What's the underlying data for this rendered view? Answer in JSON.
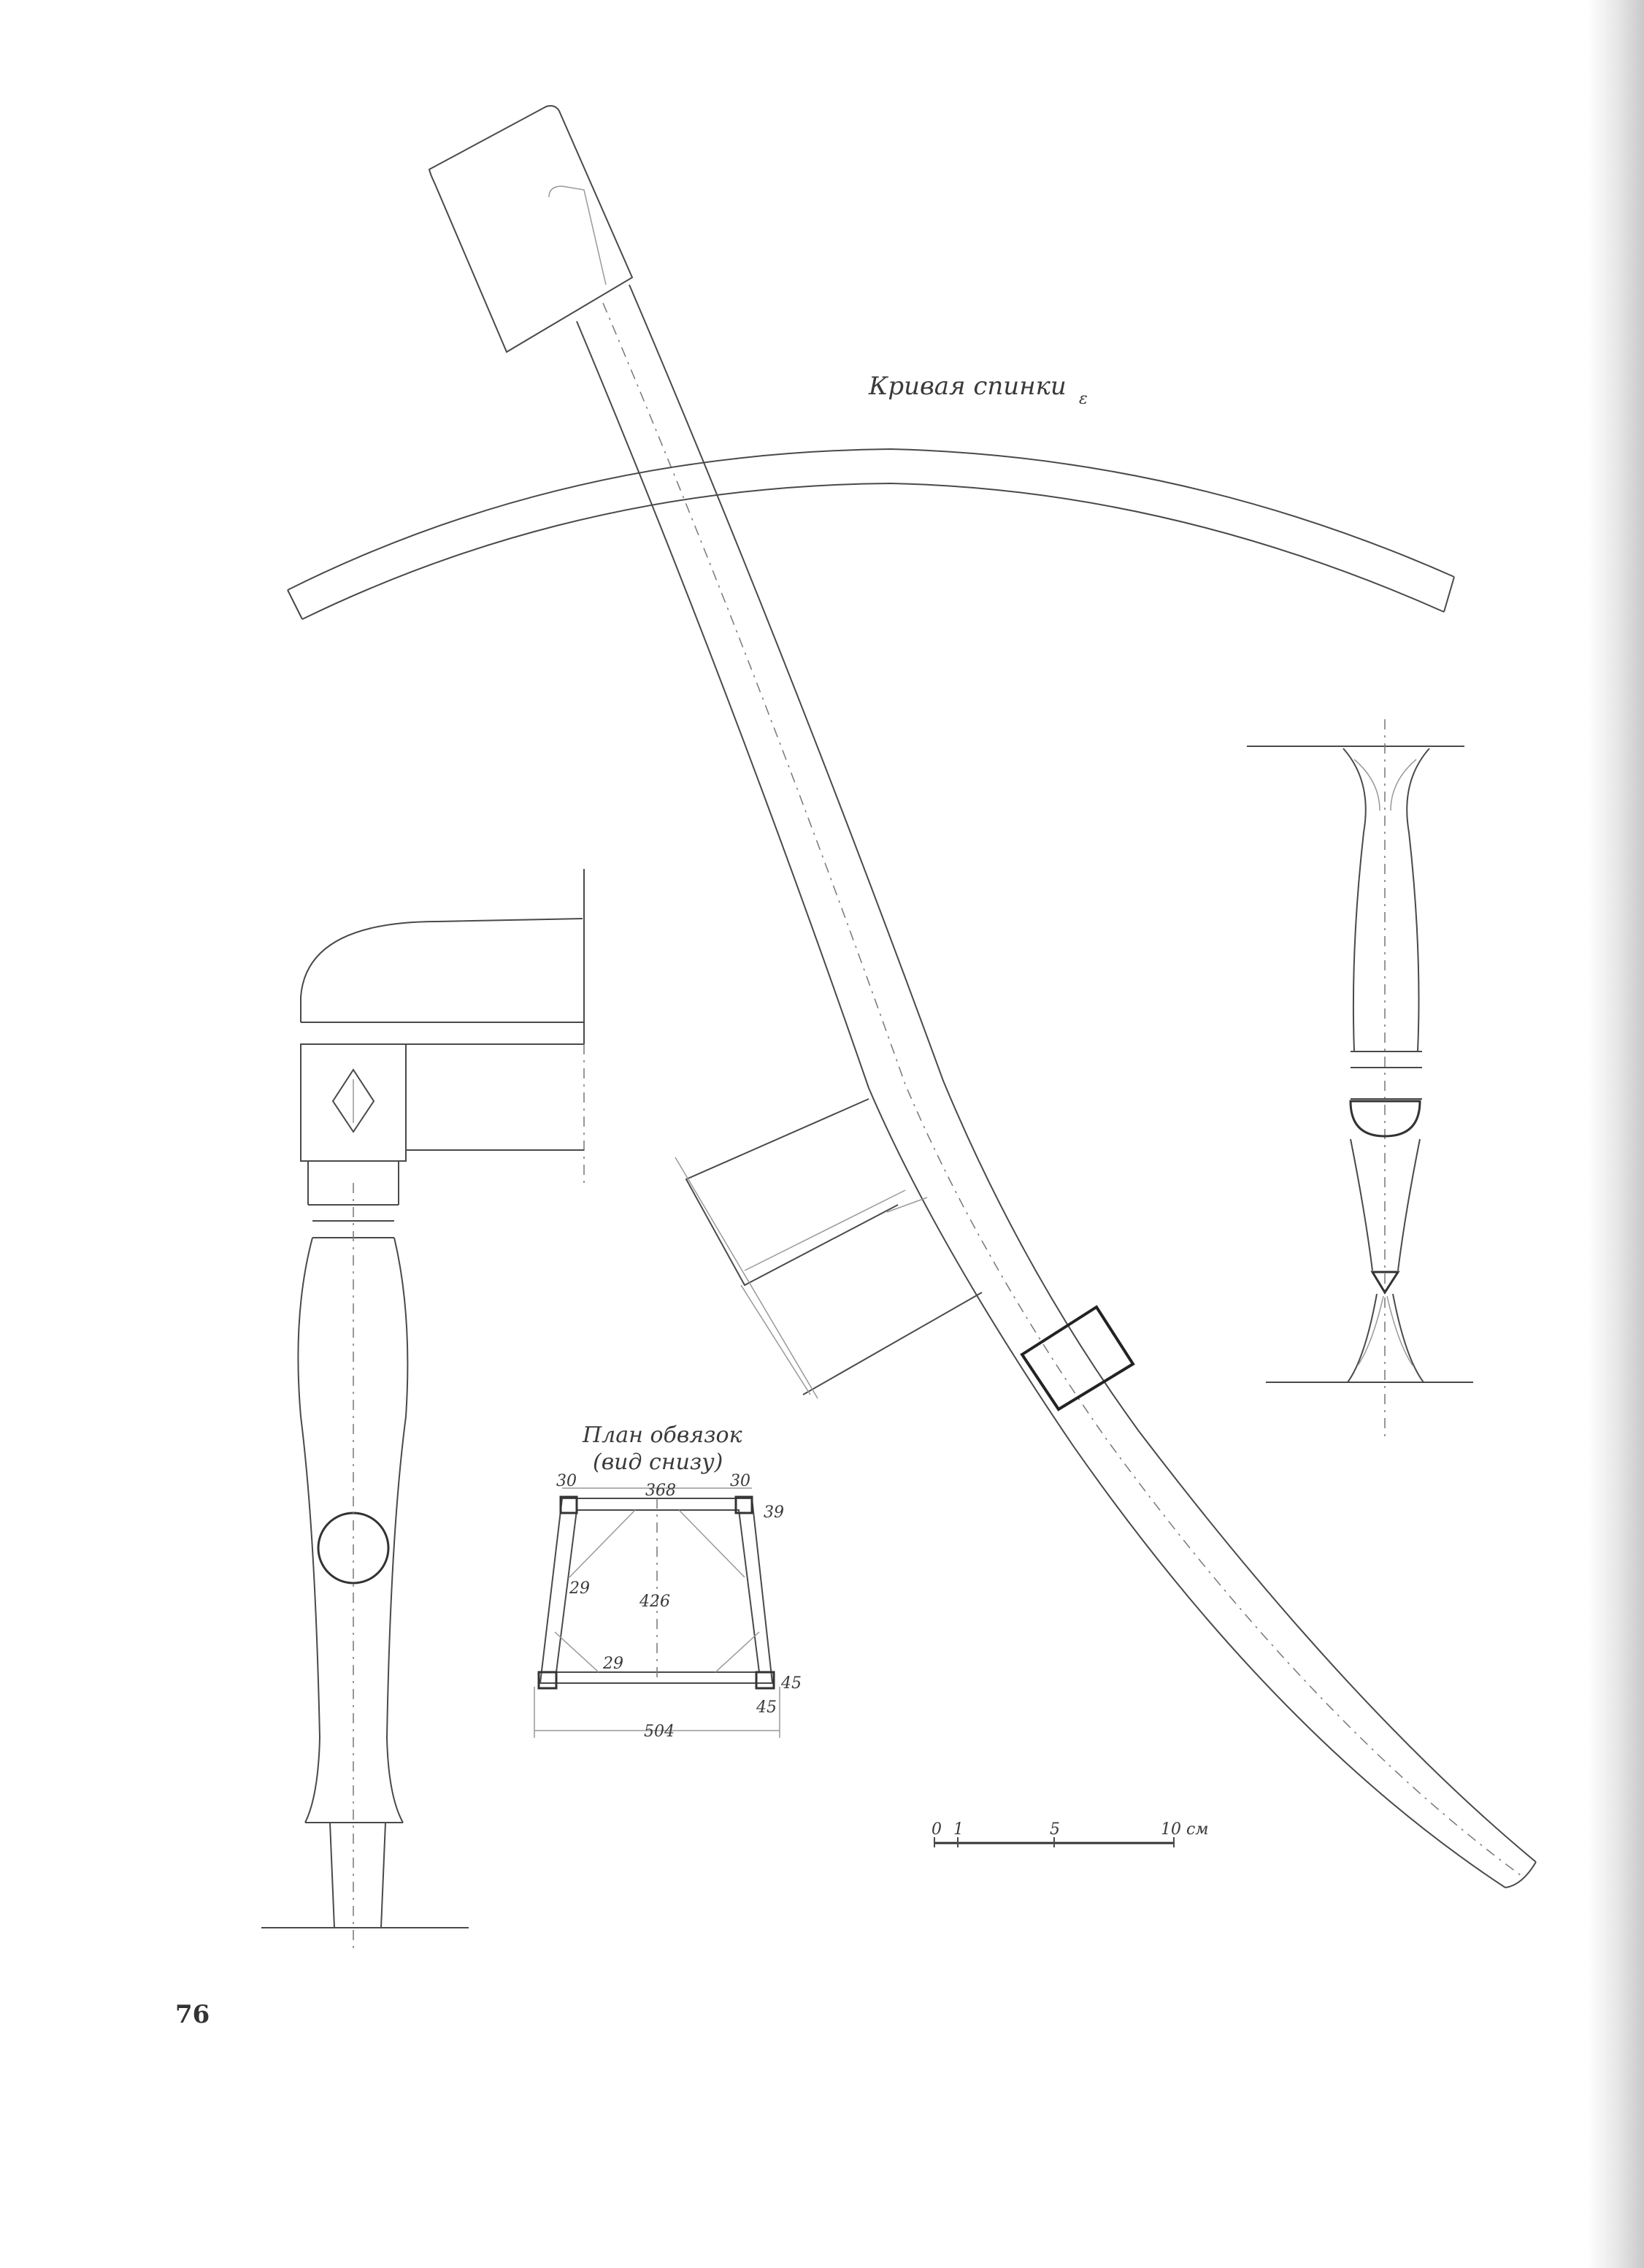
{
  "drawing": {
    "back_curve_label": "Кривая спинки",
    "plan_title_line1": "План обвязок",
    "plan_title_line2": "(вид снизу)",
    "dimensions": {
      "top_left": "30",
      "top_middle": "368",
      "top_right": "30",
      "right_top": "39",
      "left_side": "29",
      "center_depth": "426",
      "bottom_inner": "29",
      "right_bottom": "45",
      "right_bottom_2": "45",
      "overall_width": "504"
    },
    "scale": {
      "tick_0": "0",
      "tick_1": "1",
      "tick_5": "5",
      "tick_10": "10 см"
    },
    "page_number": "76"
  }
}
